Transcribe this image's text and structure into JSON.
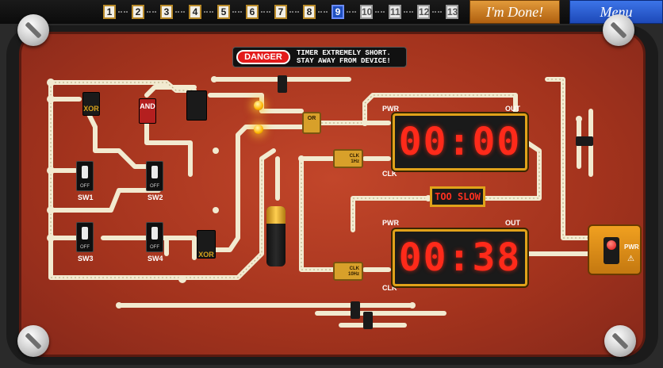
{
  "nav": {
    "levels": [
      {
        "label": "1",
        "state": "done"
      },
      {
        "label": "2",
        "state": "done"
      },
      {
        "label": "3",
        "state": "done"
      },
      {
        "label": "4",
        "state": "done"
      },
      {
        "label": "5",
        "state": "done"
      },
      {
        "label": "6",
        "state": "done"
      },
      {
        "label": "7",
        "state": "done"
      },
      {
        "label": "8",
        "state": "done"
      },
      {
        "label": "9",
        "state": "current"
      },
      {
        "label": "10",
        "state": "locked"
      },
      {
        "label": "11",
        "state": "locked"
      },
      {
        "label": "12",
        "state": "locked"
      },
      {
        "label": "13",
        "state": "locked"
      }
    ],
    "done_label": "I'm Done!",
    "menu_label": "Menu"
  },
  "danger": {
    "badge": "DANGER",
    "line1": "TIMER EXTREMELY SHORT.",
    "line2": "STAY AWAY FROM DEVICE!"
  },
  "chips": {
    "xor1": "XOR",
    "and": "AND",
    "xor2": "XOR",
    "or": "OR"
  },
  "switches": [
    {
      "label": "SW1",
      "state": "OFF"
    },
    {
      "label": "SW2",
      "state": "OFF"
    },
    {
      "label": "SW3",
      "state": "OFF"
    },
    {
      "label": "SW4",
      "state": "OFF"
    }
  ],
  "timers": {
    "top": {
      "value": "00:00",
      "pwr": "PWR",
      "out": "OUT",
      "clk": "CLK"
    },
    "bottom": {
      "value": "00:38",
      "pwr": "PWR",
      "out": "OUT",
      "clk": "CLK"
    },
    "too_slow": "TOO SLOW"
  },
  "clocks": {
    "top": {
      "line1": "CLK",
      "line2": "1Hz"
    },
    "bottom": {
      "line1": "CLK",
      "line2": "10Hz"
    }
  },
  "power": {
    "label": "PWR"
  },
  "colors": {
    "board": "#a3331d",
    "trace": "#f2ead0",
    "timer_border": "#e0a21a",
    "digits": "#ff2a1a"
  }
}
